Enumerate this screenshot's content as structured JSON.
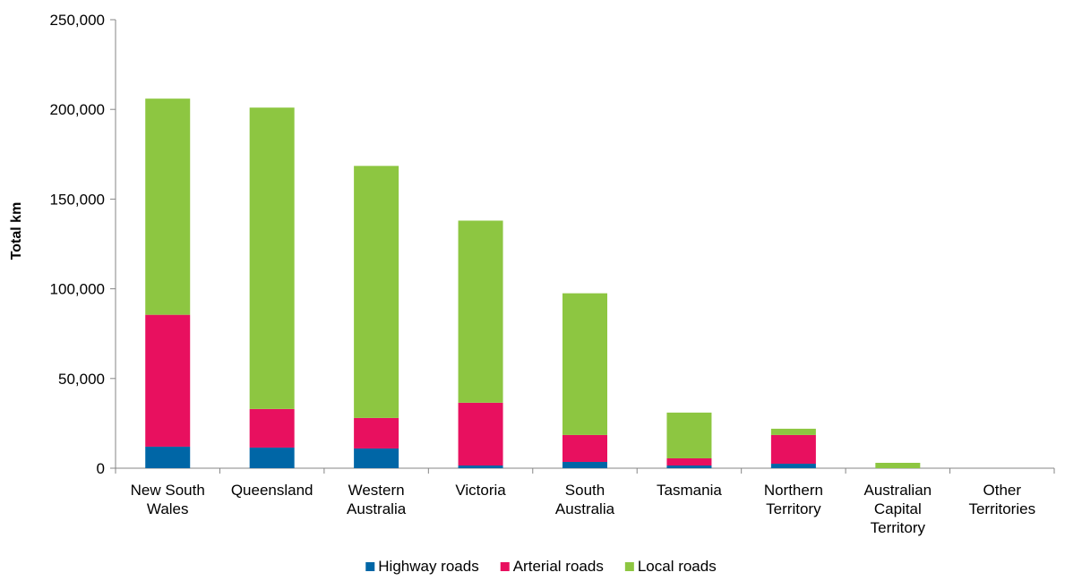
{
  "chart_data": {
    "type": "bar",
    "stacked": true,
    "title": "",
    "xlabel": "",
    "ylabel": "Total km",
    "ylim": [
      0,
      250000
    ],
    "yticks": [
      0,
      50000,
      100000,
      150000,
      200000,
      250000
    ],
    "ytick_labels": [
      "0",
      "50,000",
      "100,000",
      "150,000",
      "200,000",
      "250,000"
    ],
    "grid": false,
    "legend_position": "bottom",
    "categories": [
      [
        "New South",
        "Wales"
      ],
      [
        "Queensland"
      ],
      [
        "Western",
        "Australia"
      ],
      [
        "Victoria"
      ],
      [
        "South",
        "Australia"
      ],
      [
        "Tasmania"
      ],
      [
        "Northern",
        "Territory"
      ],
      [
        "Australian",
        "Capital",
        "Territory"
      ],
      [
        "Other",
        "Territories"
      ]
    ],
    "series": [
      {
        "name": "Highway roads",
        "color": "#0066a6",
        "values": [
          12000,
          11500,
          11000,
          1500,
          3500,
          1500,
          2500,
          0,
          0
        ]
      },
      {
        "name": "Arterial roads",
        "color": "#e8105f",
        "values": [
          73500,
          21500,
          17000,
          35000,
          15000,
          4000,
          16000,
          0,
          0
        ]
      },
      {
        "name": "Local roads",
        "color": "#8dc641",
        "values": [
          120500,
          168000,
          140500,
          101500,
          79000,
          25500,
          3500,
          3000,
          0
        ]
      }
    ]
  }
}
